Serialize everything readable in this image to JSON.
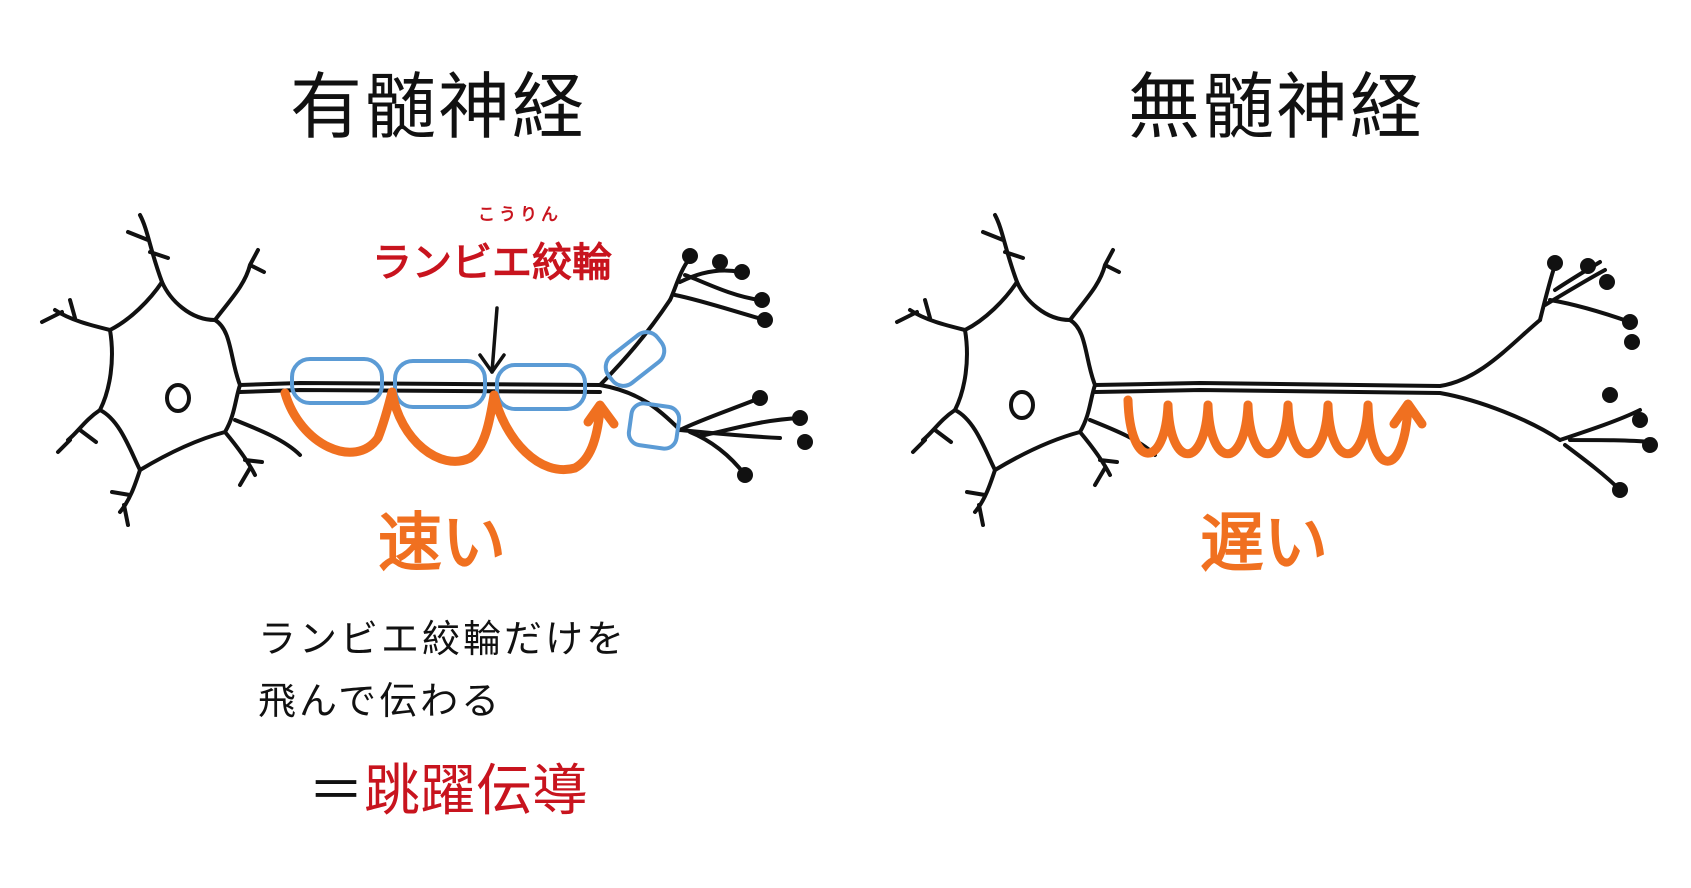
{
  "colors": {
    "ink": "#111111",
    "orange": "#f07020",
    "red": "#c8141e",
    "blue": "#5b9bd5"
  },
  "left_panel": {
    "title": "有髄神経",
    "node_label": "ランビエ絞輪",
    "node_reading": "こうりん",
    "speed": "速い",
    "explanation_line1": "ランビエ絞輪だけを",
    "explanation_line2": "飛んで伝わる",
    "term_prefix": "＝",
    "term": "跳躍伝導"
  },
  "right_panel": {
    "title": "無髄神経",
    "speed": "遅い"
  }
}
